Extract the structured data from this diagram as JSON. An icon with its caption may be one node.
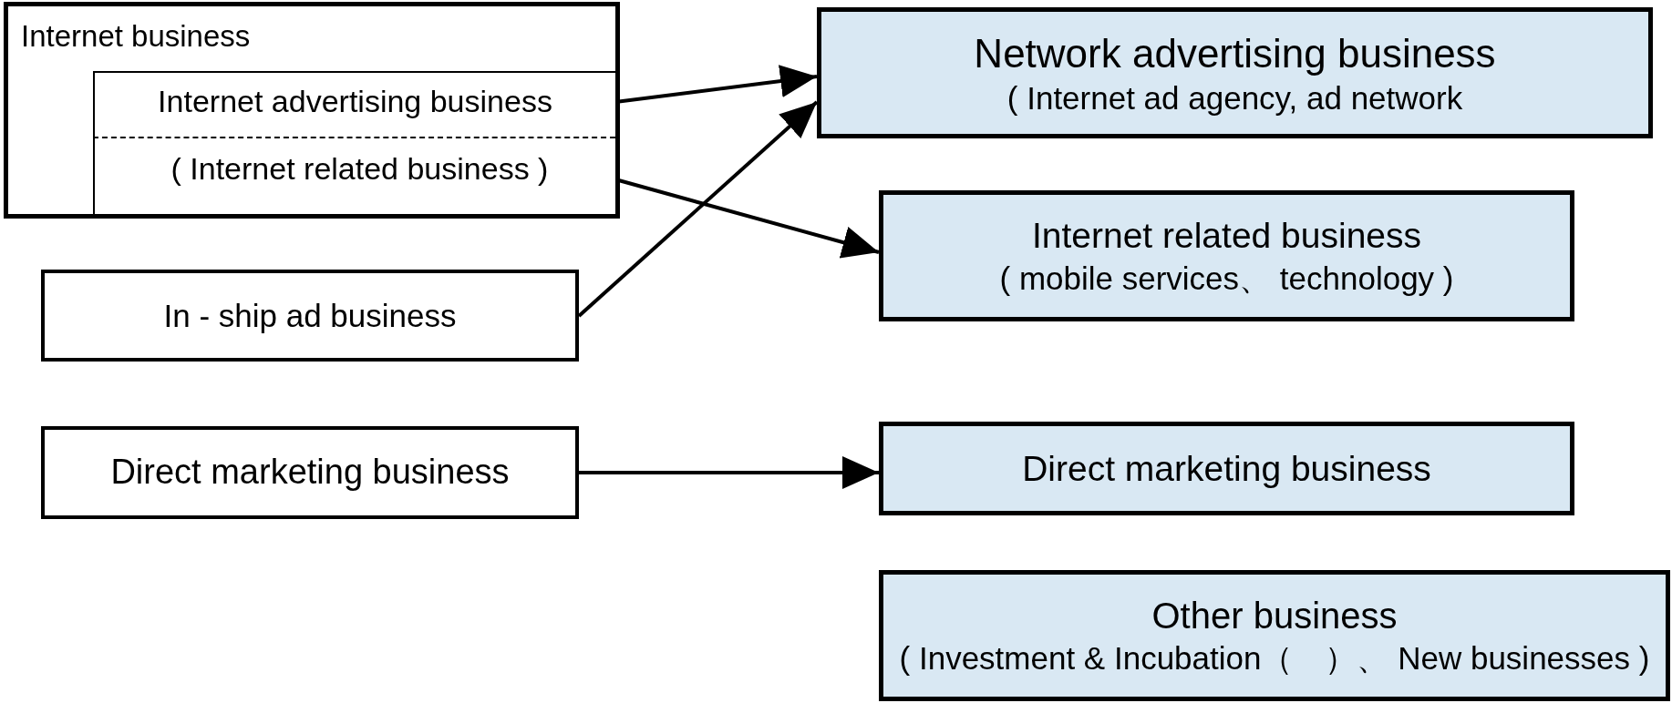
{
  "diagram": {
    "nodes": [
      {
        "text": [
          "Internet business"
        ]
      },
      {
        "text": [
          "Internet advertising business"
        ],
        "in": 0
      },
      {
        "text": [
          "( Internet related business )"
        ],
        "in": 0
      },
      {
        "text": [
          "In - ship ad business"
        ]
      },
      {
        "text": [
          "Direct marketing business"
        ]
      },
      {
        "text": [
          "Network advertising business",
          "( Internet ad agency, ad network"
        ]
      },
      {
        "text": [
          "Internet related business",
          "( mobile services、 technology )"
        ]
      },
      {
        "text": [
          "Direct marketing business"
        ]
      },
      {
        "text": [
          "Other business",
          "( Investment & Incubation（　）、 New businesses )"
        ]
      }
    ],
    "edges": [
      {
        "from": 1,
        "to": 5,
        "arrow": "to"
      },
      {
        "from": 3,
        "to": 5,
        "arrow": "to"
      },
      {
        "from": 2,
        "to": 6,
        "arrow": "to"
      },
      {
        "from": 4,
        "to": 7,
        "arrow": "to"
      }
    ]
  }
}
